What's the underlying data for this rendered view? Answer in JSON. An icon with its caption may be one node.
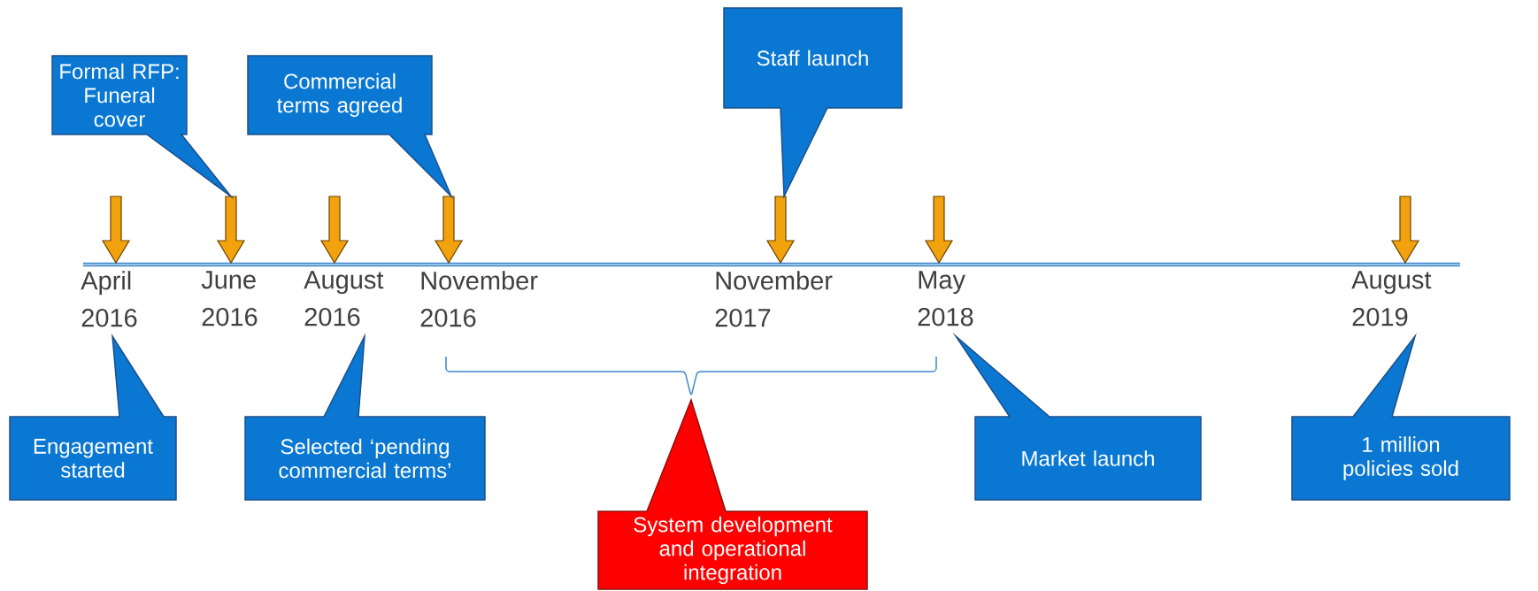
{
  "diagram": {
    "nodes": [
      {
        "text": [
          "Formal RFP: Funeral cover"
        ]
      },
      {
        "text": [
          "Commercial terms agreed"
        ]
      },
      {
        "text": [
          "Staff launch"
        ]
      },
      {
        "text": [
          "Engagement started"
        ]
      },
      {
        "text": [
          "Selected ‘pending commercial terms’"
        ]
      },
      {
        "text": [
          "System development and operational integration"
        ]
      },
      {
        "text": [
          "Market launch"
        ]
      },
      {
        "text": [
          "1 million policies sold"
        ]
      },
      {
        "text": [],
        "shape": "arrow"
      },
      {
        "text": [],
        "shape": "arrow"
      },
      {
        "text": [],
        "shape": "arrow"
      },
      {
        "text": [],
        "shape": "arrow"
      },
      {
        "text": [],
        "shape": "arrow"
      },
      {
        "text": [],
        "shape": "arrow"
      },
      {
        "text": [],
        "shape": "arrow"
      }
    ],
    "labels": [
      "April 2016",
      "June 2016",
      "August 2016",
      "November 2016",
      "November 2017",
      "May 2018",
      "August 2019"
    ]
  }
}
